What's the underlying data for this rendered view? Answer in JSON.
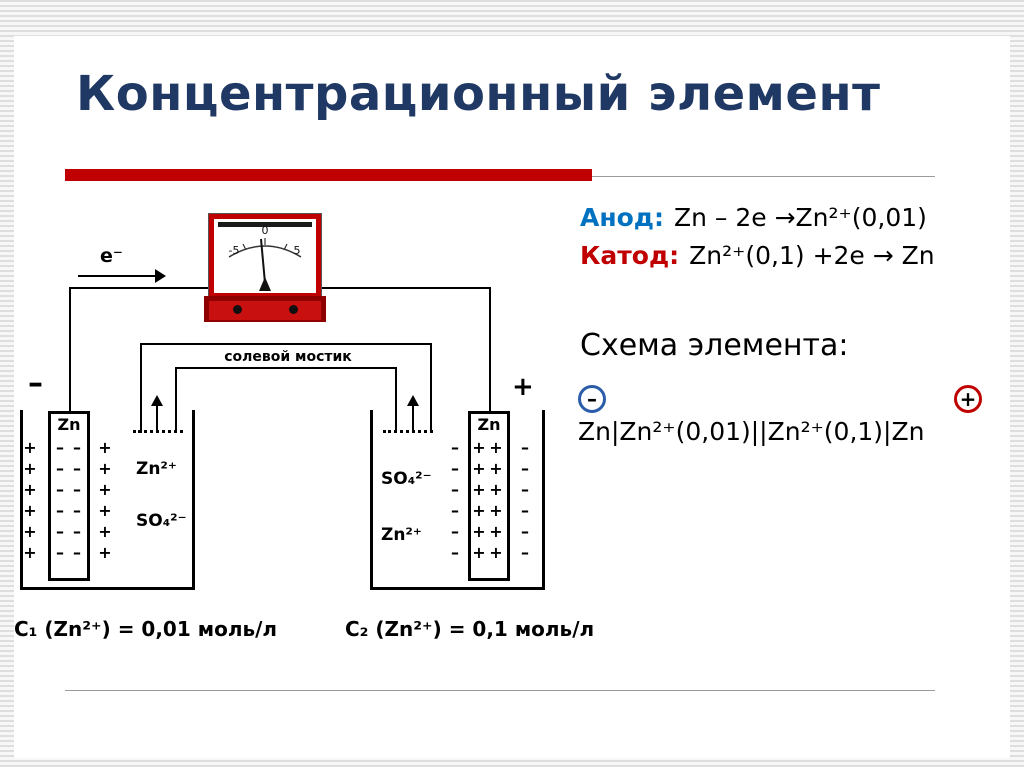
{
  "slide": {
    "title": "Концентрационный элемент",
    "colors": {
      "title_navy": "#1F3864",
      "accent_red": "#C00000",
      "anode_blue": "#0070C0",
      "cathode_red": "#C00000",
      "negative_pole_blue": "#2A5CAA"
    }
  },
  "reactions": {
    "anode_label": "Анод:",
    "anode_equation": "Zn – 2e →Zn²⁺(0,01)",
    "cathode_label": "Катод:",
    "cathode_equation": "Zn²⁺(0,1) +2e → Zn"
  },
  "scheme": {
    "heading": "Схема элемента:",
    "negative_pole": "–",
    "positive_pole": "+",
    "cell_notation": "Zn|Zn²⁺(0,01)||Zn²⁺(0,1)|Zn"
  },
  "meter": {
    "scale_left": "-5",
    "scale_center": "0",
    "scale_right": "5"
  },
  "circuit": {
    "electron_flow_label": "e⁻",
    "salt_bridge_label": "солевой мостик",
    "left_terminal_sign": "–",
    "right_terminal_sign": "+"
  },
  "left_half_cell": {
    "electrode_label": "Zn",
    "wall_charge_column": "+\n+\n+\n+\n+\n+",
    "electrode_charge_column_1": "–\n–\n–\n–\n–\n–",
    "electrode_charge_column_2": "–\n–\n–\n–\n–\n–",
    "solution_charge_column": "+\n+\n+\n+\n+\n+",
    "ion_label_1": "Zn²⁺",
    "ion_label_2": "SO₄²⁻",
    "concentration_caption": "C₁ (Zn²⁺) = 0,01 моль/л"
  },
  "right_half_cell": {
    "electrode_label": "Zn",
    "solution_charge_column": "–\n–\n–\n–\n–\n–",
    "electrode_charge_column_1": "+\n+\n+\n+\n+\n+",
    "electrode_charge_column_2": "+\n+\n+\n+\n+\n+",
    "wall_charge_column": "–\n–\n–\n–\n–\n–",
    "ion_label_1": "SO₄²⁻",
    "ion_label_2": "Zn²⁺",
    "concentration_caption": "C₂ (Zn²⁺) = 0,1 моль/л"
  }
}
